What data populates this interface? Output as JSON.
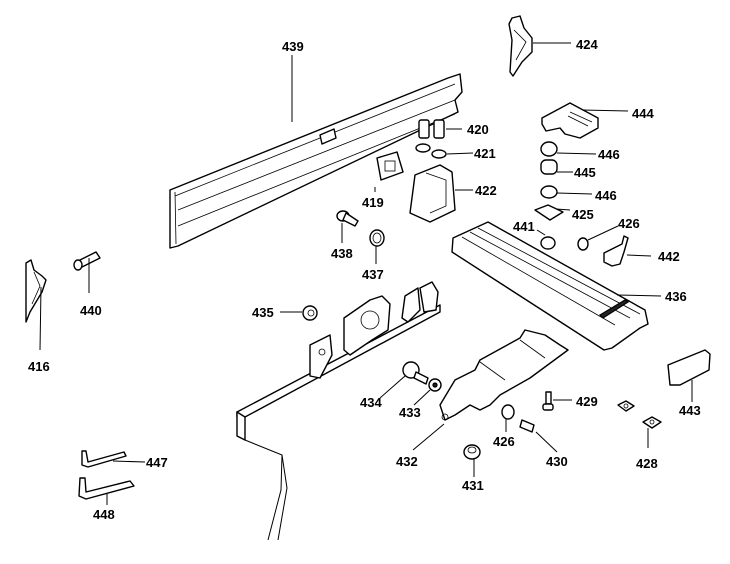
{
  "diagram": {
    "type": "exploded-parts-diagram",
    "background": "#ffffff",
    "line_color": "#000000",
    "parts": [
      {
        "id": "p439",
        "number": "439"
      },
      {
        "id": "p424",
        "number": "424"
      },
      {
        "id": "p444",
        "number": "444"
      },
      {
        "id": "p420",
        "number": "420"
      },
      {
        "id": "p421",
        "number": "421"
      },
      {
        "id": "p446a",
        "number": "446"
      },
      {
        "id": "p445",
        "number": "445"
      },
      {
        "id": "p446b",
        "number": "446"
      },
      {
        "id": "p419",
        "number": "419"
      },
      {
        "id": "p422",
        "number": "422"
      },
      {
        "id": "p425a",
        "number": "425"
      },
      {
        "id": "p426a",
        "number": "426"
      },
      {
        "id": "p441",
        "number": "441"
      },
      {
        "id": "p442",
        "number": "442"
      },
      {
        "id": "p438",
        "number": "438"
      },
      {
        "id": "p437",
        "number": "437"
      },
      {
        "id": "p436",
        "number": "436"
      },
      {
        "id": "p440",
        "number": "440"
      },
      {
        "id": "p416",
        "number": "416"
      },
      {
        "id": "p435",
        "number": "435"
      },
      {
        "id": "p434",
        "number": "434"
      },
      {
        "id": "p433",
        "number": "433"
      },
      {
        "id": "p432",
        "number": "432"
      },
      {
        "id": "p429",
        "number": "429"
      },
      {
        "id": "p443",
        "number": "443"
      },
      {
        "id": "p426b",
        "number": "426"
      },
      {
        "id": "p430",
        "number": "430"
      },
      {
        "id": "p428",
        "number": "428"
      },
      {
        "id": "p431",
        "number": "431"
      },
      {
        "id": "p447",
        "number": "447"
      },
      {
        "id": "p448",
        "number": "448"
      }
    ]
  }
}
